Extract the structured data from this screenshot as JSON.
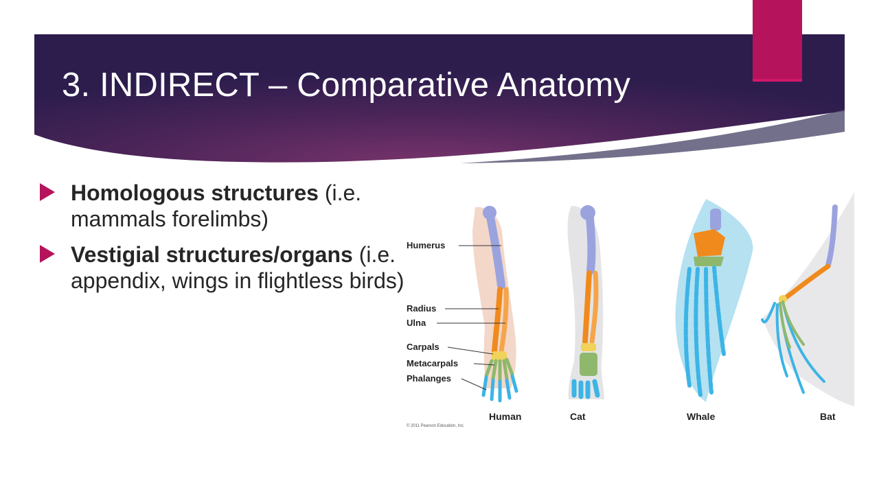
{
  "slide": {
    "title": "3. INDIRECT – Comparative Anatomy",
    "colors": {
      "accent": "#b5135c",
      "banner_dark": "#2c1d4d",
      "banner_mid": "#6a2e66",
      "bone_humerus": "#9aa3de",
      "bone_radius_ulna": "#f08a1c",
      "bone_carpals": "#f1d25a",
      "bone_metacarpals": "#8fb86d",
      "bone_phalanges": "#3cb4e6"
    },
    "bullets": [
      {
        "strong": "Homologous structures",
        "text": " (i.e. mammals forelimbs)"
      },
      {
        "strong": "Vestigial structures/organs",
        "text": " (i.e. appendix, wings in flightless birds)"
      }
    ]
  },
  "figure": {
    "bone_labels": [
      "Humerus",
      "Radius",
      "Ulna",
      "Carpals",
      "Metacarpals",
      "Phalanges"
    ],
    "animals": [
      "Human",
      "Cat",
      "Whale",
      "Bat"
    ],
    "copyright": "© 2011 Pearson Education, Inc."
  }
}
